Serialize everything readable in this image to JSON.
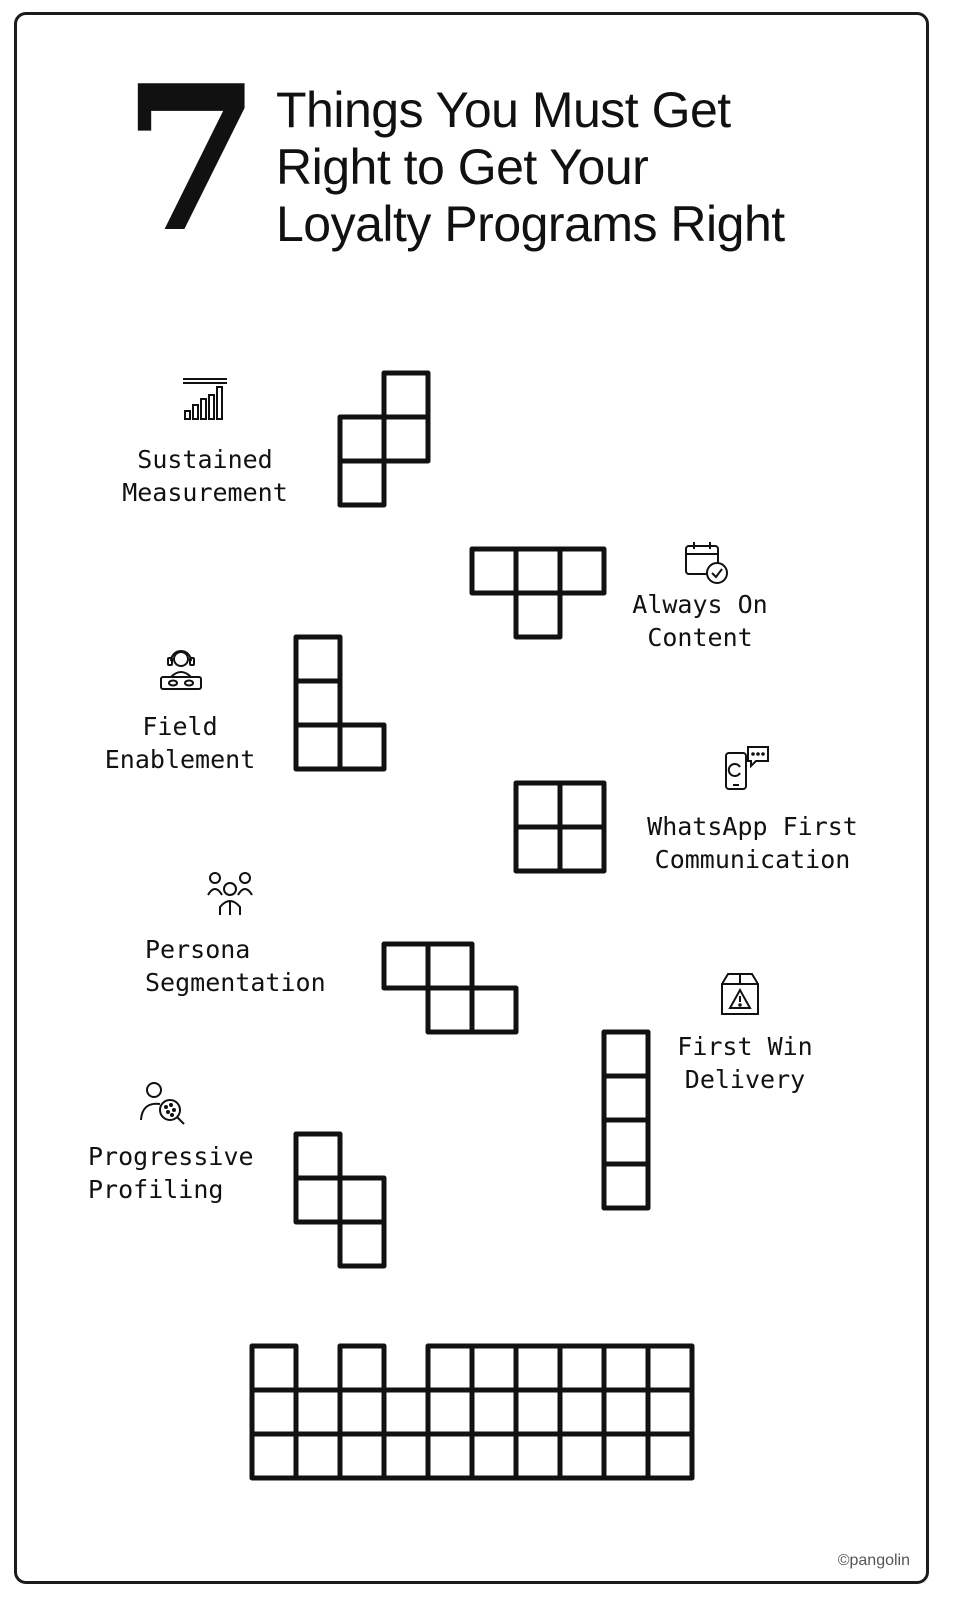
{
  "header": {
    "number": "7",
    "title_lines": [
      "Things You Must Get",
      "Right to Get Your",
      "Loyalty Programs Right"
    ]
  },
  "items": [
    {
      "label_lines": [
        "Sustained",
        "Measurement"
      ],
      "icon": "bar-chart-icon"
    },
    {
      "label_lines": [
        "Always On",
        "Content"
      ],
      "icon": "calendar-check-icon"
    },
    {
      "label_lines": [
        "Field",
        "Enablement"
      ],
      "icon": "support-agent-icon"
    },
    {
      "label_lines": [
        "WhatsApp First",
        "Communication"
      ],
      "icon": "phone-chat-icon"
    },
    {
      "label_lines": [
        "Persona",
        "Segmentation"
      ],
      "icon": "people-group-icon"
    },
    {
      "label_lines": [
        "First Win",
        "Delivery"
      ],
      "icon": "box-warning-icon"
    },
    {
      "label_lines": [
        "Progressive",
        "Profiling"
      ],
      "icon": "user-search-icon"
    }
  ],
  "footer": {
    "credit": "©pangolin"
  }
}
